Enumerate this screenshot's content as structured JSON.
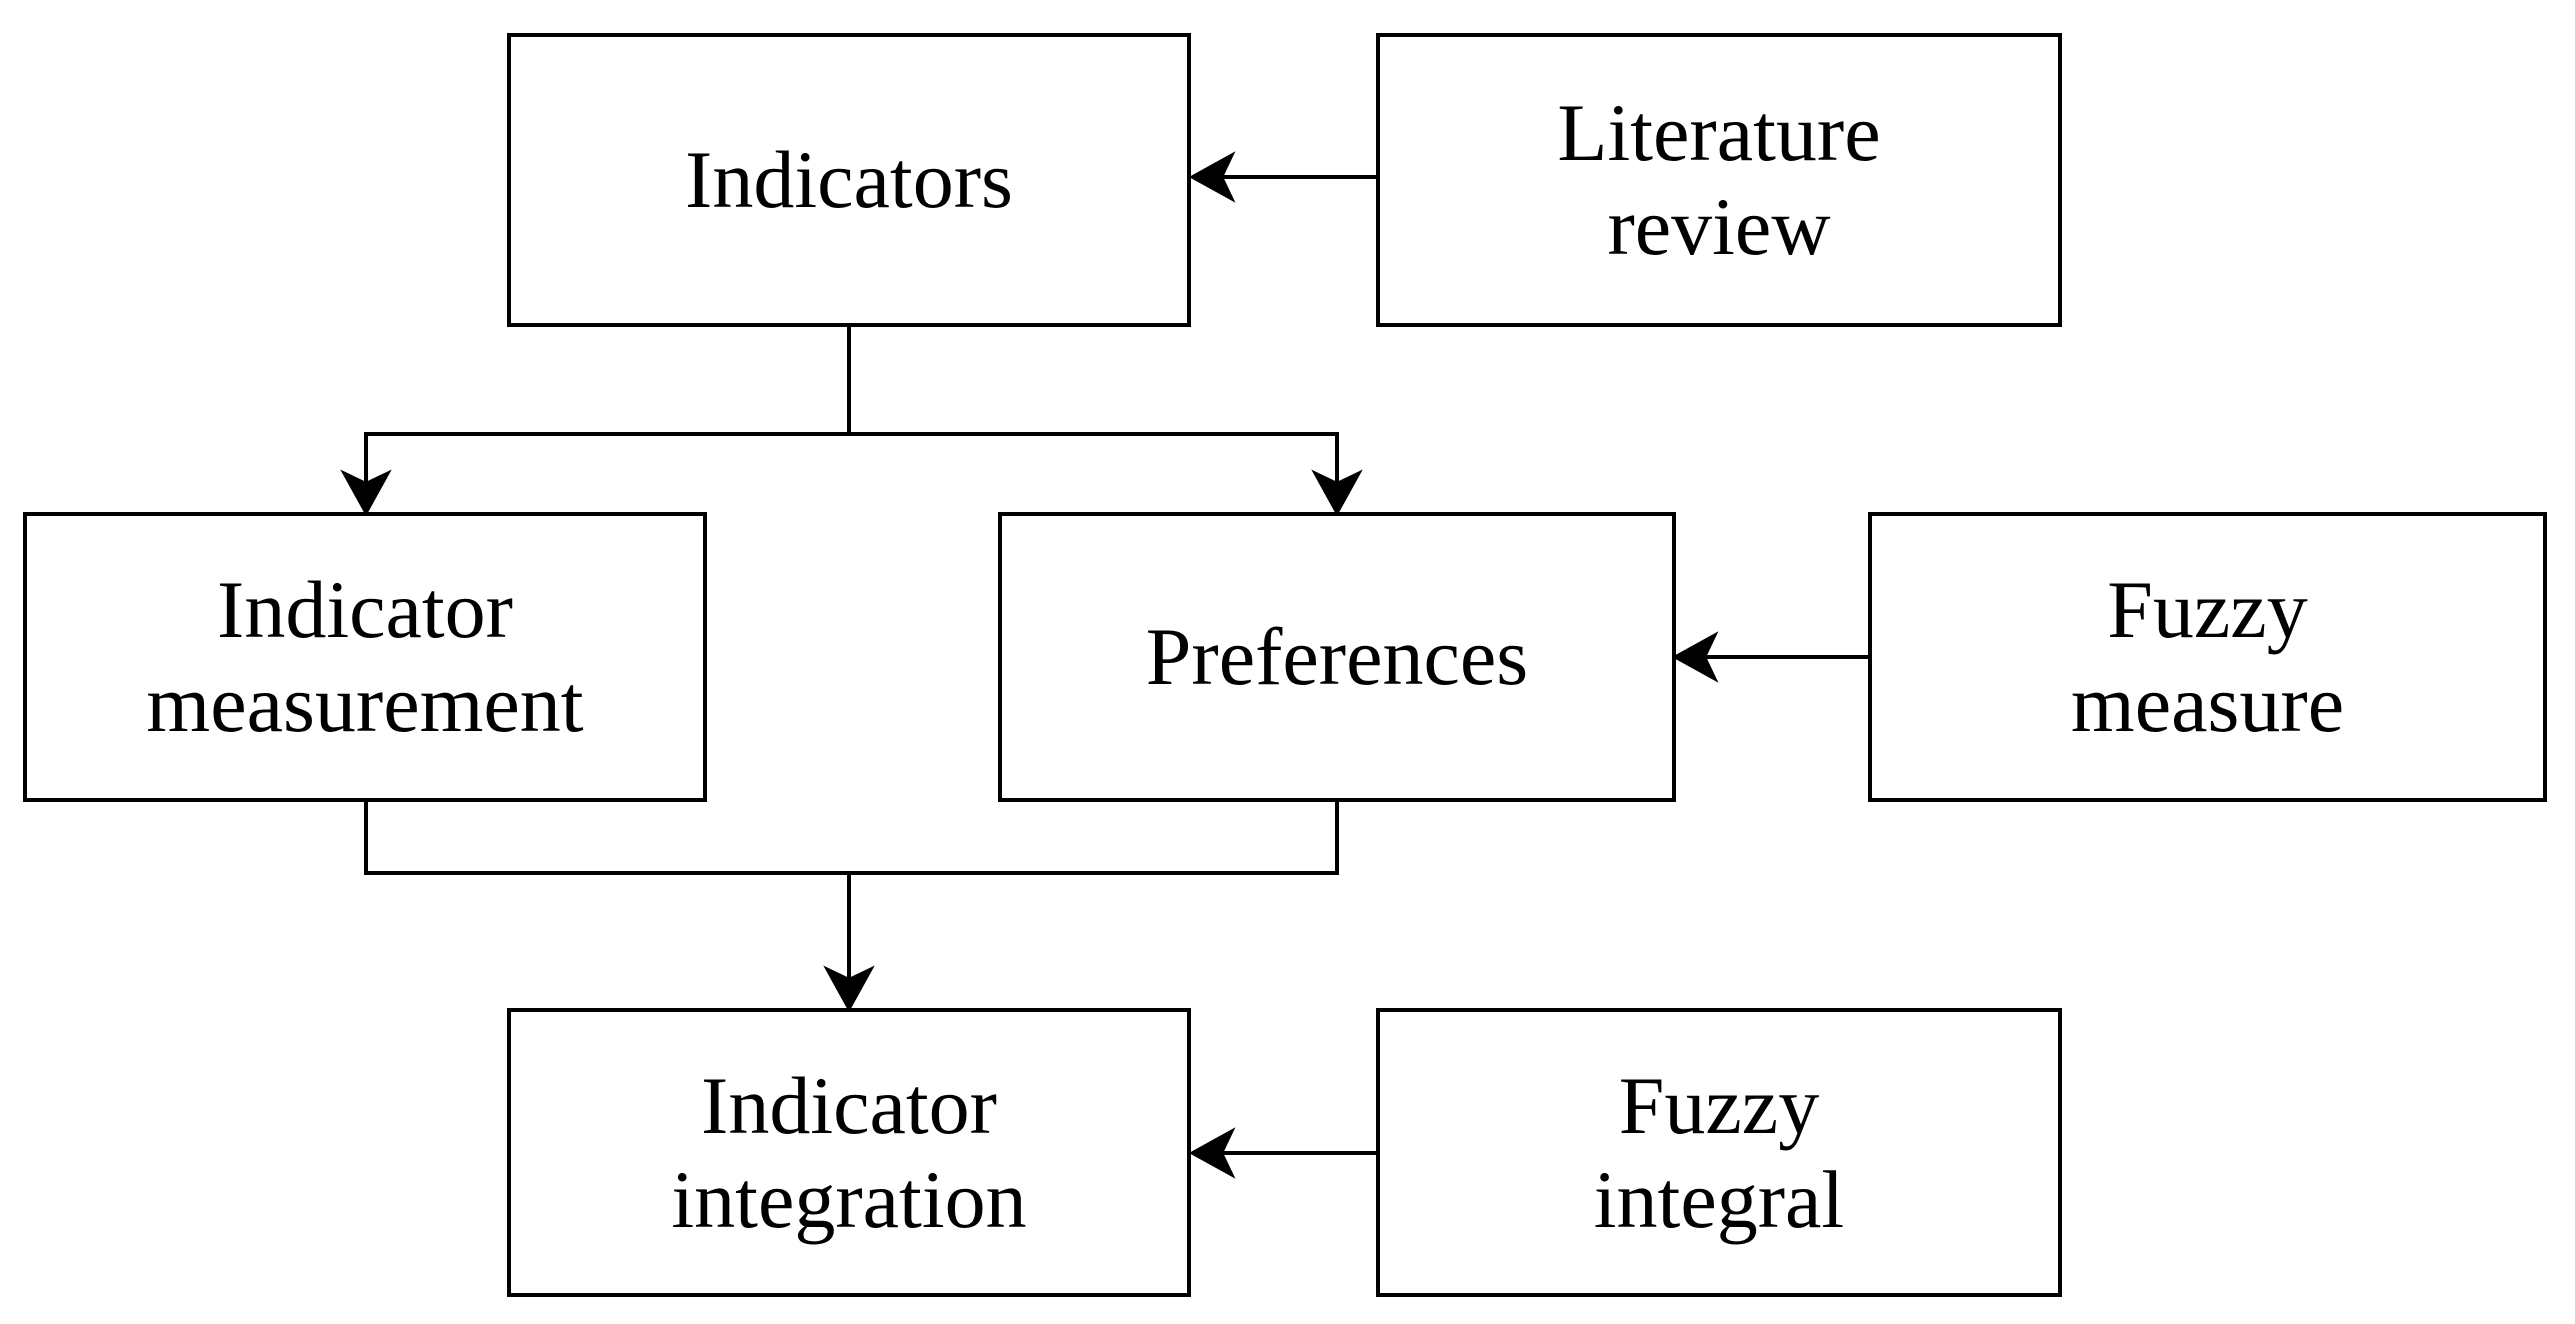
{
  "diagram": {
    "background_color": "#ffffff",
    "line_color": "#000000",
    "font_color": "#000000",
    "nodes": {
      "indicators": {
        "lines": [
          "Indicators"
        ]
      },
      "literature_review": {
        "lines": [
          "Literature",
          "review"
        ]
      },
      "indicator_measurement": {
        "lines": [
          "Indicator",
          "measurement"
        ]
      },
      "preferences": {
        "lines": [
          "Preferences"
        ]
      },
      "fuzzy_measure": {
        "lines": [
          "Fuzzy",
          "measure"
        ]
      },
      "indicator_integration": {
        "lines": [
          "Indicator",
          "integration"
        ]
      },
      "fuzzy_integral": {
        "lines": [
          "Fuzzy",
          "integral"
        ]
      }
    },
    "edges": [
      {
        "from": "literature_review",
        "to": "indicators",
        "style": "arrow"
      },
      {
        "from": "indicators",
        "to": "indicator_measurement",
        "style": "arrow"
      },
      {
        "from": "indicators",
        "to": "preferences",
        "style": "arrow"
      },
      {
        "from": "fuzzy_measure",
        "to": "preferences",
        "style": "arrow"
      },
      {
        "from": "indicator_measurement",
        "to": "indicator_integration",
        "style": "arrow"
      },
      {
        "from": "preferences",
        "to": "indicator_integration",
        "style": "arrow"
      },
      {
        "from": "fuzzy_integral",
        "to": "indicator_integration",
        "style": "arrow"
      }
    ]
  }
}
